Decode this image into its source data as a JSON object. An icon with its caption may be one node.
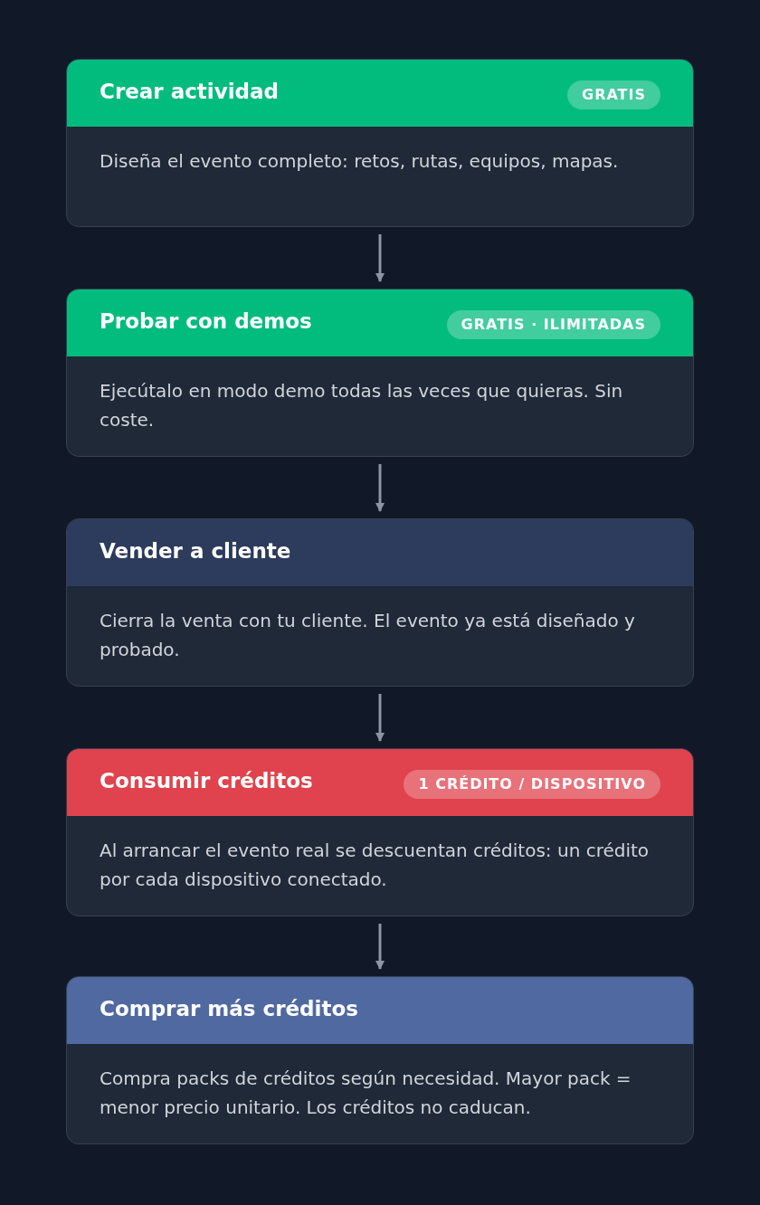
{
  "diagram": {
    "nodes": [
      {
        "text": [
          "Crear actividad",
          "Diseña el evento completo: retos, rutas, equipos, mapas."
        ]
      },
      {
        "text": [
          "GRATIS"
        ],
        "in": 0
      },
      {
        "text": [
          "Probar con demos",
          "Ejecútalo en modo demo todas las veces que quieras. Sin coste."
        ]
      },
      {
        "text": [
          "GRATIS · ILIMITADAS"
        ],
        "in": 2
      },
      {
        "text": [
          "Vender a cliente",
          "Cierra la venta con tu cliente. El evento ya está diseñado y probado."
        ]
      },
      {
        "text": [
          "Consumir créditos",
          "Al arrancar el evento real se descuentan créditos: un crédito por cada dispositivo conectado."
        ]
      },
      {
        "text": [
          "1 CRÉDITO / DISPOSITIVO"
        ],
        "in": 5
      },
      {
        "text": [
          "Comprar más créditos",
          "Compra packs de créditos según necesidad. Mayor pack = menor precio unitario. Los créditos no caducan."
        ]
      }
    ],
    "edges": [
      {
        "from": 0,
        "to": 2,
        "arrow": "to"
      },
      {
        "from": 2,
        "to": 4,
        "arrow": "to"
      },
      {
        "from": 4,
        "to": 5,
        "arrow": "to"
      },
      {
        "from": 5,
        "to": 7,
        "arrow": "to"
      }
    ]
  }
}
